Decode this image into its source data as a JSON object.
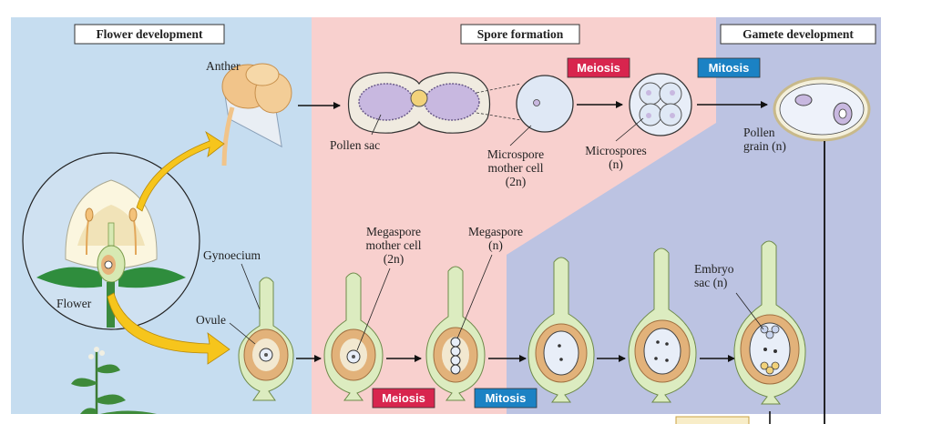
{
  "headers": {
    "flower_development": "Flower development",
    "spore_formation": "Spore formation",
    "gamete_development": "Gamete development"
  },
  "labels": {
    "anther": "Anther",
    "pollen_sac": "Pollen sac",
    "microspore_mother_cell": [
      "Microspore",
      "mother cell",
      "(2n)"
    ],
    "microspores": [
      "Microspores",
      "(n)"
    ],
    "pollen_grain": [
      "Pollen",
      "grain (n)"
    ],
    "gynoecium": "Gynoecium",
    "ovule": "Ovule",
    "flower": "Flower",
    "megaspore_mother_cell": [
      "Megaspore",
      "mother cell",
      "(2n)"
    ],
    "megaspore": [
      "Megaspore",
      "(n)"
    ],
    "embryo_sac": [
      "Embryo",
      "sac (n)"
    ]
  },
  "process_tags": {
    "meiosis_top": "Meiosis",
    "mitosis_top": "Mitosis",
    "meiosis_bottom": "Meiosis",
    "mitosis_bottom": "Mitosis"
  },
  "colors": {
    "flower_bg": "#c6ddf0",
    "spore_bg": "#f8d0ce",
    "gamete_bg": "#bcc3e2",
    "meiosis": "#d8254e",
    "mitosis": "#1b82c4",
    "ovule_green": "#dcecc0",
    "ovule_tan": "#e2b27a",
    "arrow_yellow": "#f6c51c"
  }
}
